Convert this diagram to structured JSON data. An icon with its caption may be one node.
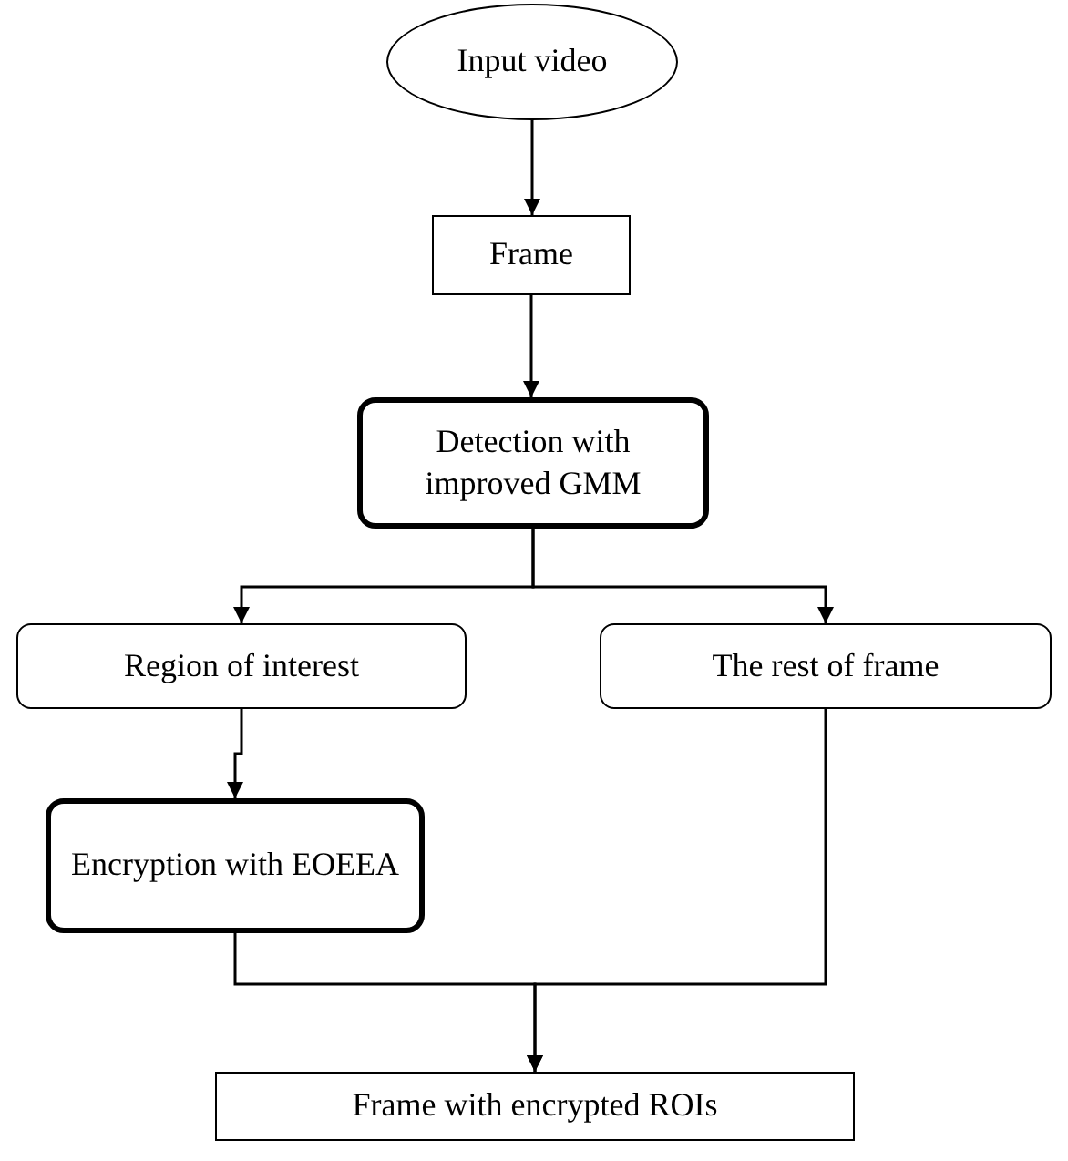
{
  "diagram": {
    "nodes": [
      {
        "text": [
          "Input video"
        ]
      },
      {
        "text": [
          "Frame"
        ]
      },
      {
        "text": [
          "Detection with improved GMM"
        ]
      },
      {
        "text": [
          "Region of interest"
        ]
      },
      {
        "text": [
          "The rest of frame"
        ]
      },
      {
        "text": [
          "Encryption with EOEEA"
        ]
      },
      {
        "text": [
          "Frame with encrypted ROIs"
        ]
      }
    ],
    "edges": [
      {
        "from": 0,
        "to": 1,
        "arrow": "to"
      },
      {
        "from": 1,
        "to": 2,
        "arrow": "to"
      },
      {
        "from": 2,
        "to": 3,
        "arrow": "to"
      },
      {
        "from": 2,
        "to": 4,
        "arrow": "to"
      },
      {
        "from": 3,
        "to": 5,
        "arrow": "to"
      },
      {
        "from": 5,
        "to": 6,
        "arrow": "to"
      },
      {
        "from": 4,
        "to": 6,
        "arrow": "to"
      }
    ]
  }
}
